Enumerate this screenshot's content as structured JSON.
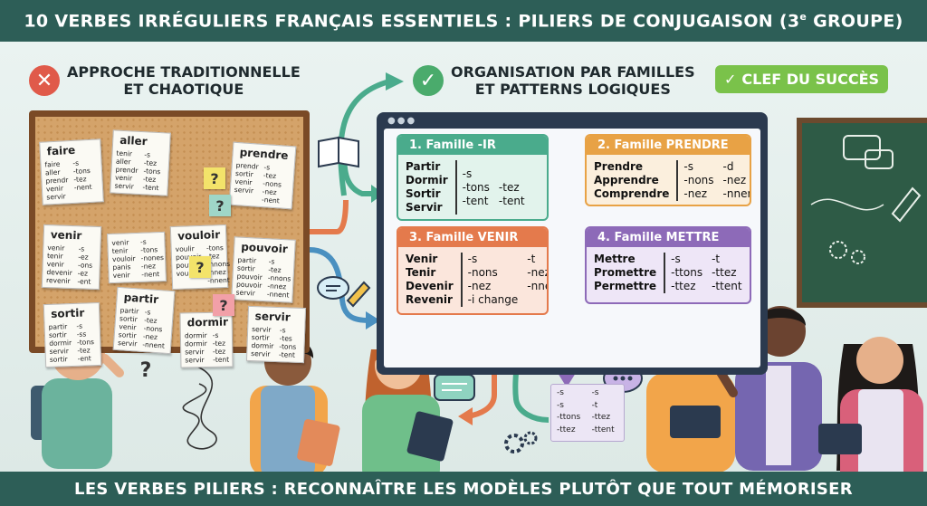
{
  "title": {
    "main": "10 VERBES IRRÉGULIERS FRANÇAIS ESSENTIELS : PILIERS DE CONJUGAISON (3",
    "sup": "e",
    "end": " GROUPE)"
  },
  "left_header": {
    "line1": "APPROCHE TRADITIONNELLE",
    "line2": "ET CHAOTIQUE",
    "icon": "cross-icon"
  },
  "right_header": {
    "line1": "ORGANISATION PAR FAMILLES",
    "line2": "ET PATTERNS LOGIQUES",
    "icon": "check-icon"
  },
  "badge": {
    "label": "CLEF DU SUCCÈS",
    "icon": "check-icon"
  },
  "board_cards": [
    {
      "title": "faire",
      "c1": [
        "faire",
        "aller",
        "prendr",
        "venir",
        "servir"
      ],
      "c2": [
        "-s",
        "-tons",
        "-tez",
        "-nent"
      ]
    },
    {
      "title": "aller",
      "c1": [
        "tenir",
        "aller",
        "prendr",
        "venir",
        "servir"
      ],
      "c2": [
        "-s",
        "-tez",
        "-tons",
        "-tez",
        "-tent"
      ]
    },
    {
      "title": "prendre",
      "c1": [
        "prendr",
        "sortir",
        "venir",
        "servir"
      ],
      "c2": [
        "-s",
        "-tez",
        "-nons",
        "-nez",
        "-nent"
      ]
    },
    {
      "title": "venir",
      "c1": [
        "venir",
        "tenir",
        "venir",
        "devenir",
        "revenir"
      ],
      "c2": [
        "-s",
        "-ez",
        "-ons",
        "-ez",
        "-ent"
      ]
    },
    {
      "title": "vouloir",
      "c1": [
        "voulir",
        "pouvoir",
        "pouvoir",
        "vouloir"
      ],
      "c2": [
        "-tons",
        "-tez",
        "-nnons",
        "-nnez",
        "-nnent"
      ]
    },
    {
      "title": "pouvoir",
      "c1": [
        "partir",
        "sortir",
        "pouvoir",
        "pouvoir",
        "servir"
      ],
      "c2": [
        "-s",
        "-tez",
        "-nnons",
        "-nnez",
        "-nnent"
      ]
    },
    {
      "title": "sortir",
      "c1": [
        "partir",
        "sortir",
        "dormir",
        "servir",
        "sortir"
      ],
      "c2": [
        "-s",
        "-ss",
        "-tons",
        "-tez",
        "-ent"
      ]
    },
    {
      "title": "partir",
      "c1": [
        "partir",
        "sortir",
        "venir",
        "sortir",
        "servir"
      ],
      "c2": [
        "-s",
        "-tez",
        "-nons",
        "-nez",
        "-nnent"
      ]
    },
    {
      "title": "dormir",
      "c1": [
        "dormir",
        "dormir",
        "servir",
        "servir"
      ],
      "c2": [
        "-s",
        "-tez",
        "-tez",
        "-tent"
      ]
    },
    {
      "title": "servir",
      "c1": [
        "servir",
        "sortir",
        "dormir",
        "servir"
      ],
      "c2": [
        "-s",
        "-tes",
        "-tons",
        "-tent"
      ]
    }
  ],
  "board_extra_card": {
    "c1": [
      "venir",
      "tenir",
      "vouloir",
      "panis",
      "venir"
    ],
    "c2": [
      "-s",
      "-tons",
      "-nones",
      "-nez",
      "-nent"
    ]
  },
  "sticky_marks": [
    "?",
    "?",
    "?",
    "?",
    "?"
  ],
  "families": [
    {
      "title": "1. Famille -IR",
      "verbs": [
        "Partir",
        "Dormir",
        "Sortir",
        "Servir"
      ],
      "endings": [
        "-s",
        "",
        "-tons",
        "-tez",
        "-tent",
        "-tent"
      ],
      "color": "#4aab8c",
      "bg": "#e2f3ec"
    },
    {
      "title": "2. Famille PRENDRE",
      "verbs": [
        "Prendre",
        "Apprendre",
        "Comprendre"
      ],
      "endings": [
        "-s",
        "-d",
        "-nons",
        "-nez",
        "-nez",
        "-nnent"
      ],
      "color": "#e8a245",
      "bg": "#fbefdd"
    },
    {
      "title": "3. Famille VENIR",
      "verbs": [
        "Venir",
        "Tenir",
        "Devenir",
        "Revenir"
      ],
      "endings": [
        "-s",
        "-t",
        "-nons",
        "-nez",
        "-nez",
        "-nnent",
        "-i change",
        ""
      ],
      "color": "#e47a4c",
      "bg": "#fbe6dc"
    },
    {
      "title": "4. Famille METTRE",
      "verbs": [
        "Mettre",
        "Promettre",
        "Permettre"
      ],
      "endings": [
        "-s",
        "-t",
        "-ttons",
        "-ttez",
        "-ttez",
        "-ttent"
      ],
      "color": "#8d6ab8",
      "bg": "#eee6f7"
    }
  ],
  "small_endings": [
    "-s",
    "-s",
    "-s",
    "-t",
    "-ttons",
    "-ttez",
    "-ttez",
    "-ttent"
  ],
  "footer": "LES VERBES PILIERS : RECONNAÎTRE LES MODÈLES PLUTÔT QUE TOUT MÉMORISER"
}
